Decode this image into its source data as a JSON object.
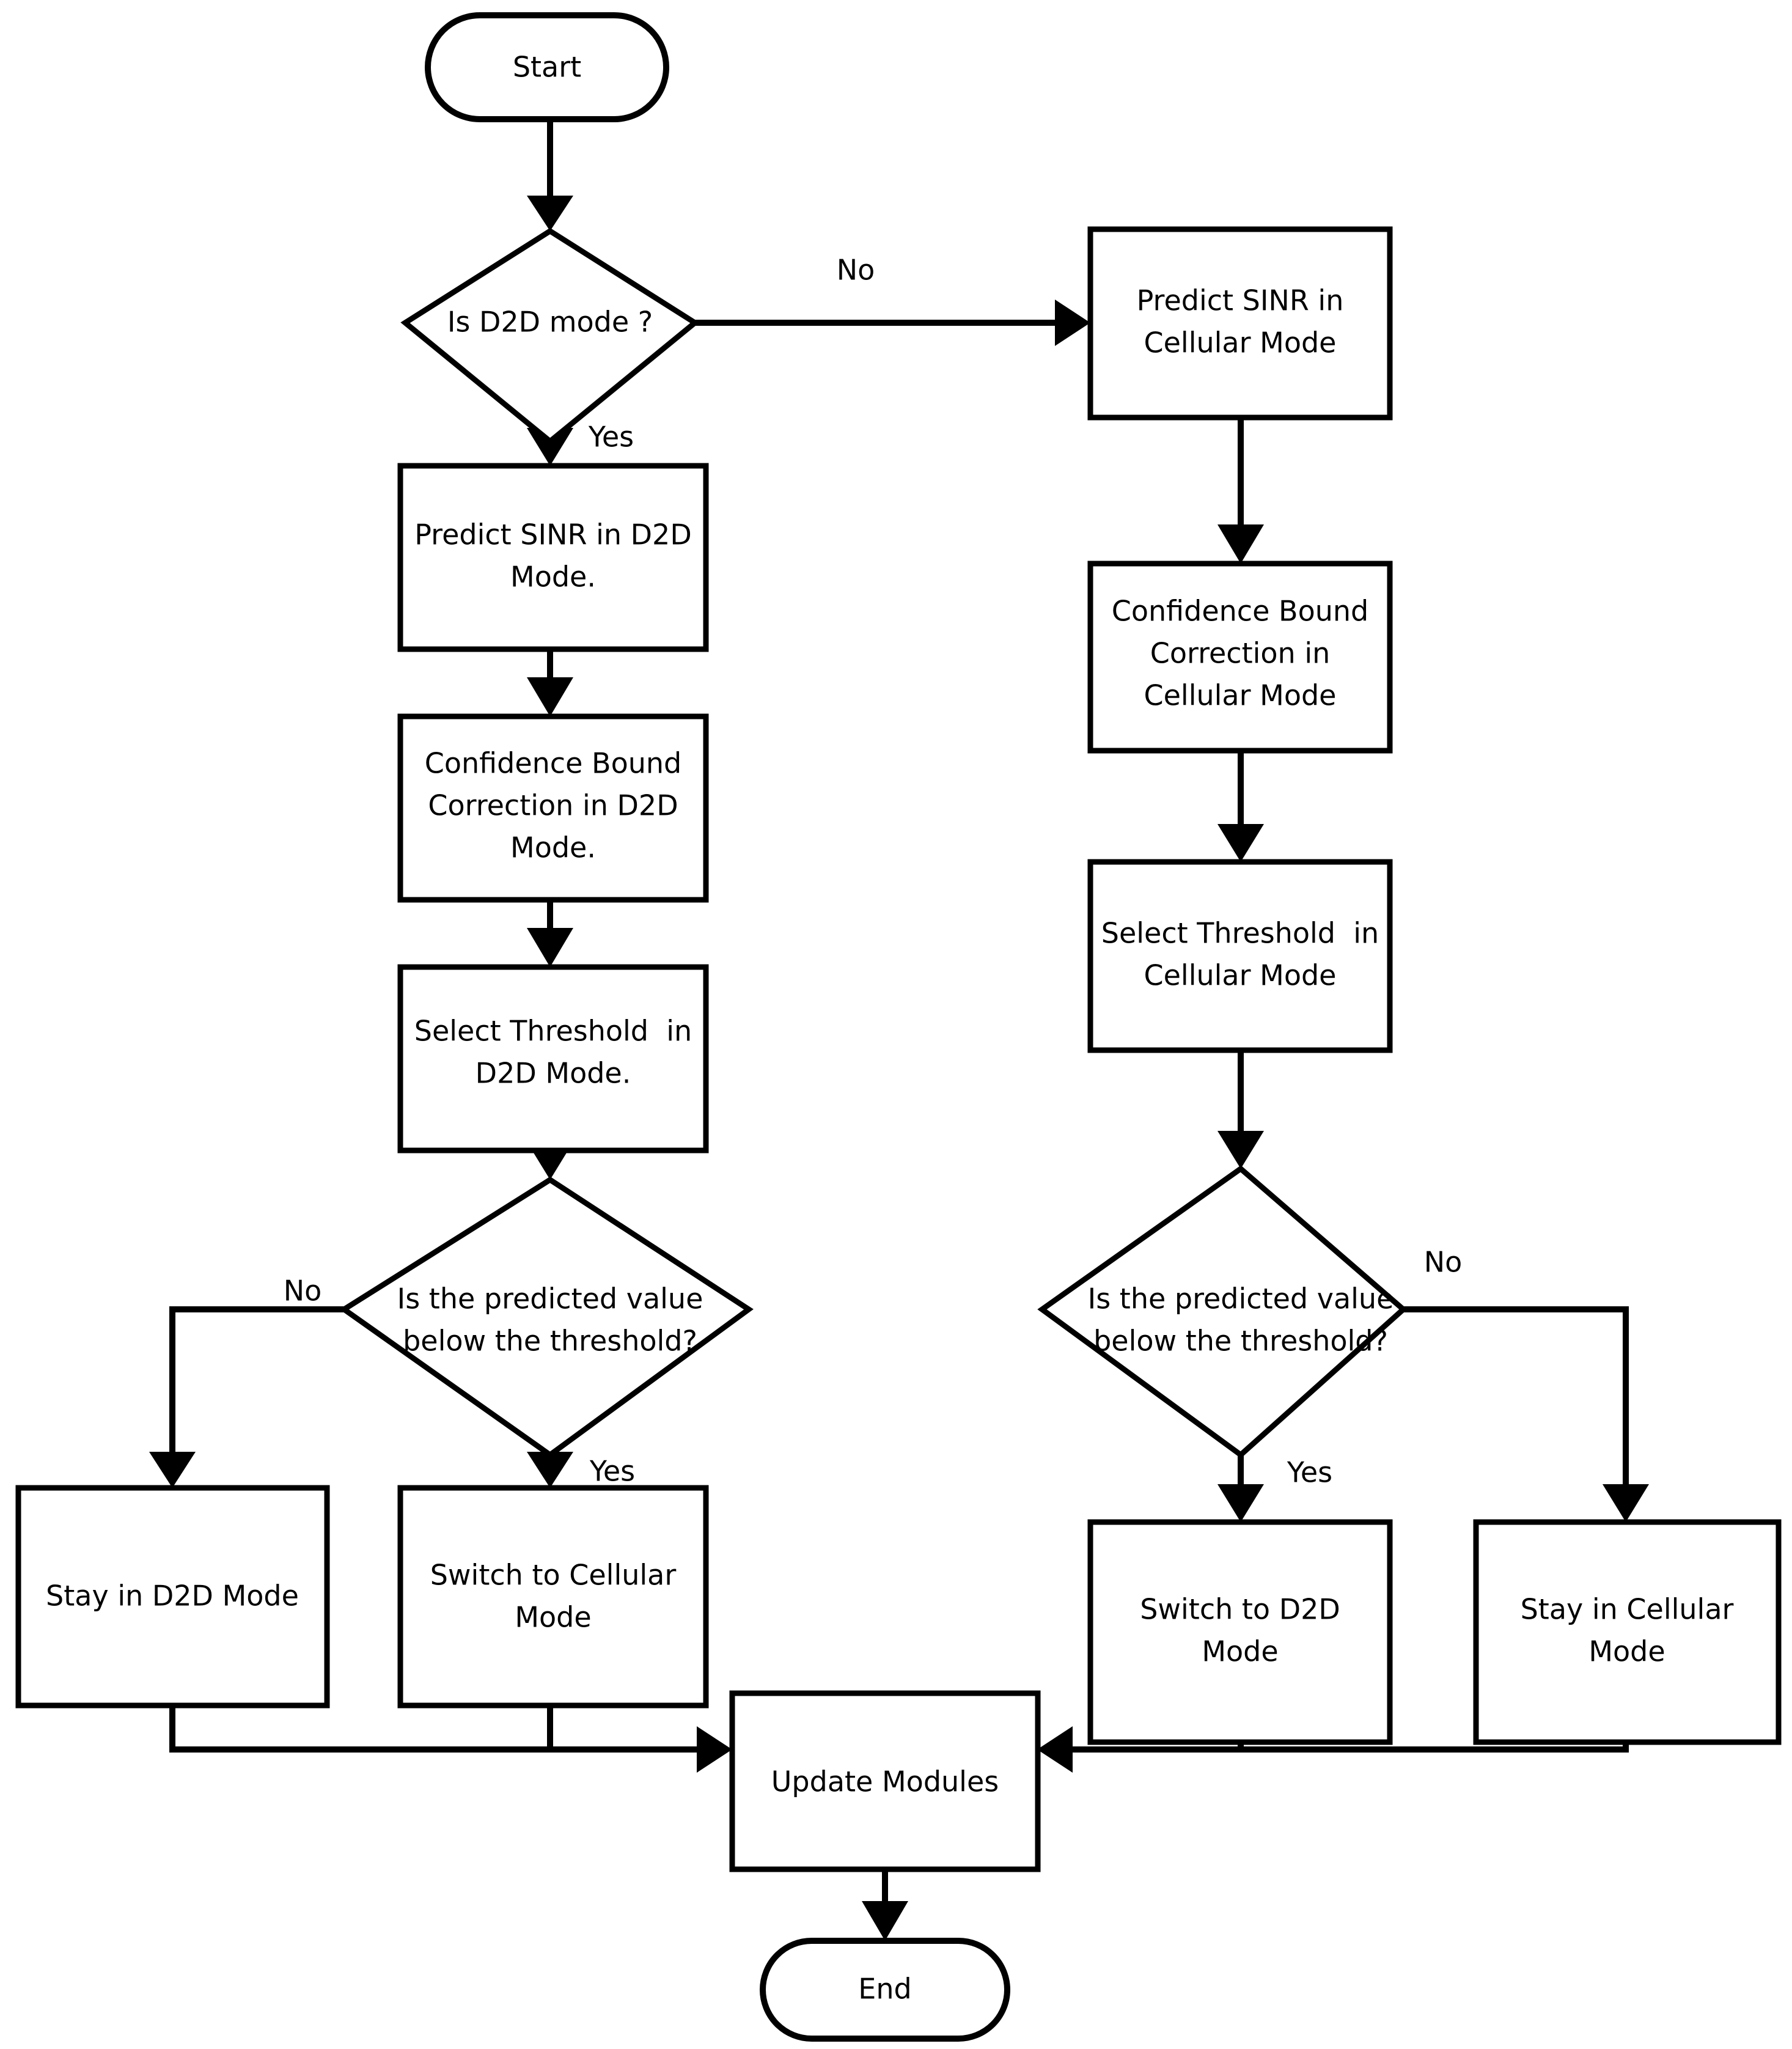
{
  "diagram": {
    "title": "D2D / Cellular mode switching flowchart",
    "stroke_color": "#000000",
    "fill_color": "#ffffff",
    "nodes": {
      "start": {
        "label": "Start",
        "shape": "terminator"
      },
      "end": {
        "label": "End",
        "shape": "terminator"
      },
      "is_d2d_mode": {
        "label": "Is D2D mode ?",
        "shape": "decision"
      },
      "predict_sinr_d2d": {
        "line1": "Predict SINR in D2D",
        "line2": "Mode.",
        "shape": "process"
      },
      "confidence_bound_d2d": {
        "line1": "Confidence Bound",
        "line2": "Correction in D2D",
        "line3": "Mode.",
        "shape": "process"
      },
      "select_threshold_d2d": {
        "line1": "Select Threshold  in",
        "line2": "D2D Mode.",
        "shape": "process"
      },
      "decision_left": {
        "line1": "Is the predicted value",
        "line2": "below the threshold?",
        "shape": "decision"
      },
      "stay_d2d": {
        "line1": "Stay in D2D Mode",
        "shape": "process"
      },
      "switch_cellular": {
        "line1": "Switch to Cellular",
        "line2": "Mode",
        "shape": "process"
      },
      "predict_sinr_cellular": {
        "line1": "Predict SINR in",
        "line2": "Cellular Mode",
        "shape": "process"
      },
      "confidence_bound_cellular": {
        "line1": "Confidence Bound",
        "line2": "Correction in",
        "line3": "Cellular Mode",
        "shape": "process"
      },
      "select_threshold_cellular": {
        "line1": "Select Threshold  in",
        "line2": "Cellular Mode",
        "shape": "process"
      },
      "decision_right": {
        "line1": "Is the predicted value",
        "line2": "below the threshold?",
        "shape": "decision"
      },
      "switch_d2d": {
        "line1": "Switch to D2D",
        "line2": "Mode",
        "shape": "process"
      },
      "stay_cellular": {
        "line1": "Stay in Cellular",
        "line2": "Mode",
        "shape": "process"
      },
      "update_modules": {
        "label": "Update Modules",
        "shape": "process"
      }
    },
    "edge_labels": {
      "d2d_no": "No",
      "d2d_yes": "Yes",
      "left_no": "No",
      "left_yes": "Yes",
      "right_no": "No",
      "right_yes": "Yes"
    }
  }
}
